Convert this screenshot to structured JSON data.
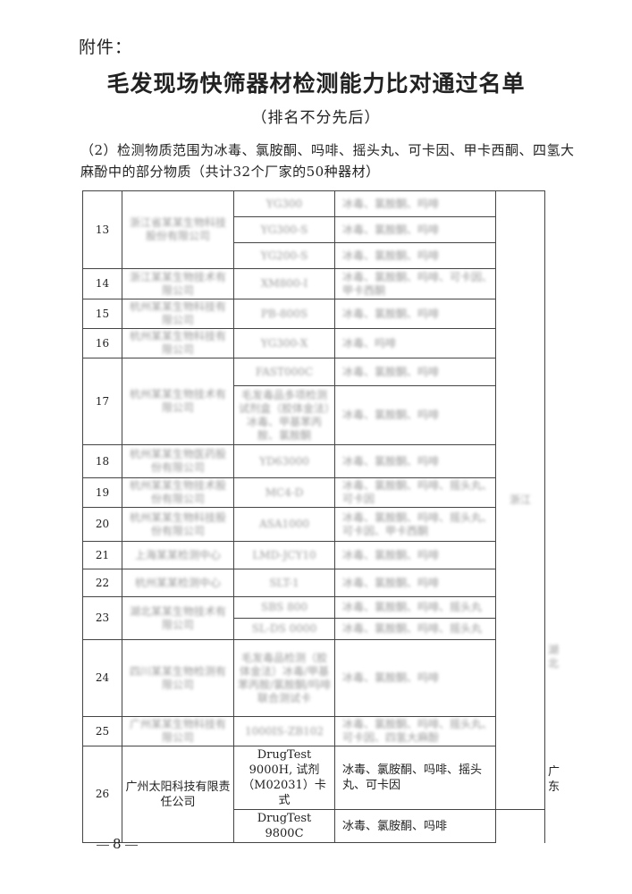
{
  "attachment_label": "附件：",
  "title": "毛发现场快筛器材检测能力比对通过名单",
  "subtitle": "（排名不分先后）",
  "intro": "（2）检测物质范围为冰毒、氯胺酮、吗啡、摇头丸、可卡因、甲卡西酮、四氢大麻酚中的部分物质（共计32个厂家的50种器材）",
  "rows": {
    "r13": {
      "no": "13",
      "company": "浙江省某某生物科技股份有限公司",
      "m1": "YG300",
      "s1": "冰毒、氯胺酮、吗啡",
      "m2": "YG300-S",
      "s2": "冰毒、氯胺酮、吗啡",
      "m3": "YG200-S",
      "s3": "冰毒、氯胺酮、吗啡"
    },
    "r14": {
      "no": "14",
      "company": "浙江某某生物技术有限公司",
      "m1": "XM800-I",
      "s1": "冰毒、氯胺酮、吗啡、可卡因、甲卡西酮"
    },
    "r15": {
      "no": "15",
      "company": "杭州某某生物科技有限公司",
      "m1": "PB-800S",
      "s1": "冰毒、氯胺酮、吗啡"
    },
    "r16": {
      "no": "16",
      "company": "杭州某某生物科技有限公司",
      "m1": "YG300-X",
      "s1": "冰毒、吗啡"
    },
    "r17": {
      "no": "17",
      "company": "杭州某某生物技术有限公司",
      "m1": "FAST000C",
      "s1": "冰毒、氯胺酮、吗啡",
      "m2": "毛发毒品多项检测试剂盒（胶体金法）冰毒、甲基苯丙胺、氯胺酮",
      "s2": "冰毒、氯胺酮、吗啡"
    },
    "r18": {
      "no": "18",
      "company": "杭州某某生物医药股份有限公司",
      "m1": "YD63000",
      "s1": "冰毒、氯胺酮、吗啡"
    },
    "r19": {
      "no": "19",
      "company": "杭州某某生物技术股份有限公司",
      "m1": "MC4-D",
      "s1": "冰毒、氯胺酮、吗啡、摇头丸、可卡因"
    },
    "r20": {
      "no": "20",
      "company": "杭州某某生物科技股份有限公司",
      "m1": "ASA1000",
      "s1": "冰毒、氯胺酮、吗啡、摇头丸、可卡因、甲卡西酮"
    },
    "r21": {
      "no": "21",
      "company": "上海某某检测中心",
      "m1": "LMD-JCY10",
      "s1": "冰毒、氯胺酮、吗啡"
    },
    "r22": {
      "no": "22",
      "company": "杭州某某检测中心",
      "m1": "SLT-1",
      "s1": "冰毒、氯胺酮、吗啡"
    },
    "r23": {
      "no": "23",
      "company": "湖北某某生物技术有限公司",
      "m1": "SBS 800",
      "s1": "冰毒、氯胺酮、吗啡、摇头丸",
      "m2": "SL-DS 0000",
      "s2": "冰毒、氯胺酮、吗啡、摇头丸"
    },
    "r24": {
      "no": "24",
      "company": "四川某某生物检测有限公司",
      "m1": "毛发毒品检测（胶体金法）冰毒/甲基苯丙胺/氯胺酮/吗啡联合测试卡",
      "s1": "冰毒、氯胺酮、吗啡"
    },
    "r25": {
      "no": "25",
      "company": "广州某某生物科技有限公司",
      "m1": "1000IS-ZB102",
      "s1": "冰毒、氯胺酮、吗啡、摇头丸、可卡因、四氢大麻酚"
    },
    "r26": {
      "no": "26",
      "company": "广州太阳科技有限责任公司",
      "m1": "DrugTest 9000H, 试剂（M02031）卡式",
      "s1": "冰毒、氯胺酮、吗啡、摇头丸、可卡因",
      "m2": "DrugTest 9800C",
      "s2": "冰毒、氯胺酮、吗啡"
    }
  },
  "regions": {
    "zhejiang": "浙江",
    "hubei": "湖北",
    "guangdong": "广东"
  },
  "page_number": "8"
}
